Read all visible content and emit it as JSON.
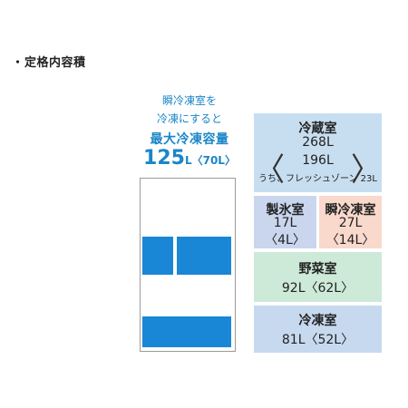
{
  "heading": {
    "bullet": "・",
    "title": "定格内容積"
  },
  "caption": {
    "line1": "瞬冷凍室を",
    "line2": "冷凍にすると",
    "line3": "最大冷凍容量",
    "max_value": "125",
    "max_unit": "L",
    "max_bracketed": "〈70L〉"
  },
  "compartments": {
    "fridge": {
      "name": "冷蔵室",
      "total": "268L",
      "brace_left": "〈",
      "brace_right": "〉",
      "sub": "196L",
      "note": "うち、フレッシュゾーン 23L"
    },
    "ice": {
      "name": "製氷室",
      "volume": "17L",
      "sub": "〈4L〉"
    },
    "flash_freeze": {
      "name": "瞬冷凍室",
      "volume": "27L",
      "sub": "〈14L〉"
    },
    "vegetable": {
      "name": "野菜室",
      "volume": "92L〈62L〉"
    },
    "freezer": {
      "name": "冷凍室",
      "volume": "81L〈52L〉"
    }
  },
  "colors": {
    "accent_blue": "#1a86d6",
    "fridge_bg": "#c7def0",
    "ice_bg": "#c9d6ee",
    "flash_bg": "#f8d9cc",
    "vegetable_bg": "#cde9d8",
    "freezer_bg": "#c7d9ef"
  }
}
